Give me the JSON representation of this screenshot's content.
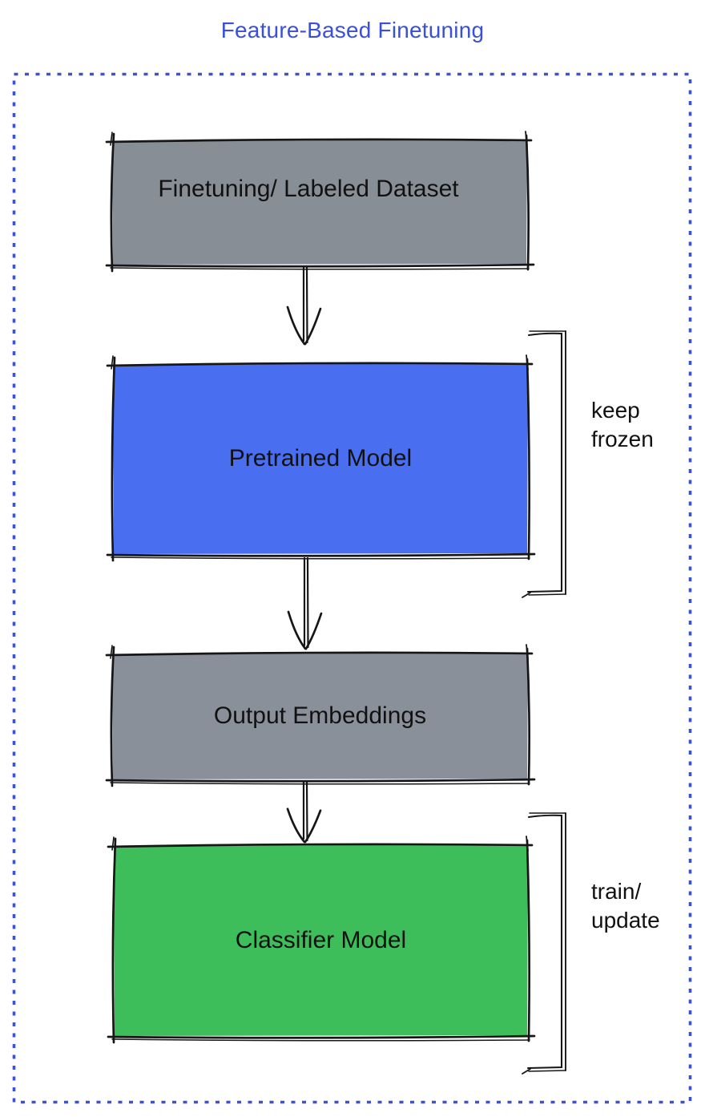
{
  "title": {
    "text": "Feature-Based Finetuning",
    "color": "#3A50D8"
  },
  "boxes": [
    {
      "id": "finetuning-dataset",
      "label": "Finetuning/ Labeled Dataset",
      "fill": "#878E96"
    },
    {
      "id": "pretrained-model",
      "label": "Pretrained Model",
      "fill": "#4A6EF0"
    },
    {
      "id": "output-embeddings",
      "label": "Output Embeddings",
      "fill": "#8A9099"
    },
    {
      "id": "classifier-model",
      "label": "Classifier Model",
      "fill": "#3EBE5A"
    }
  ],
  "annotations": [
    {
      "id": "keep-frozen",
      "text": "keep\nfrozen",
      "target": "pretrained-model"
    },
    {
      "id": "train-update",
      "text": "train/\nupdate",
      "target": "classifier-model"
    }
  ],
  "colors": {
    "border_dash": "#3C52CE",
    "sketch_stroke": "#161616"
  }
}
